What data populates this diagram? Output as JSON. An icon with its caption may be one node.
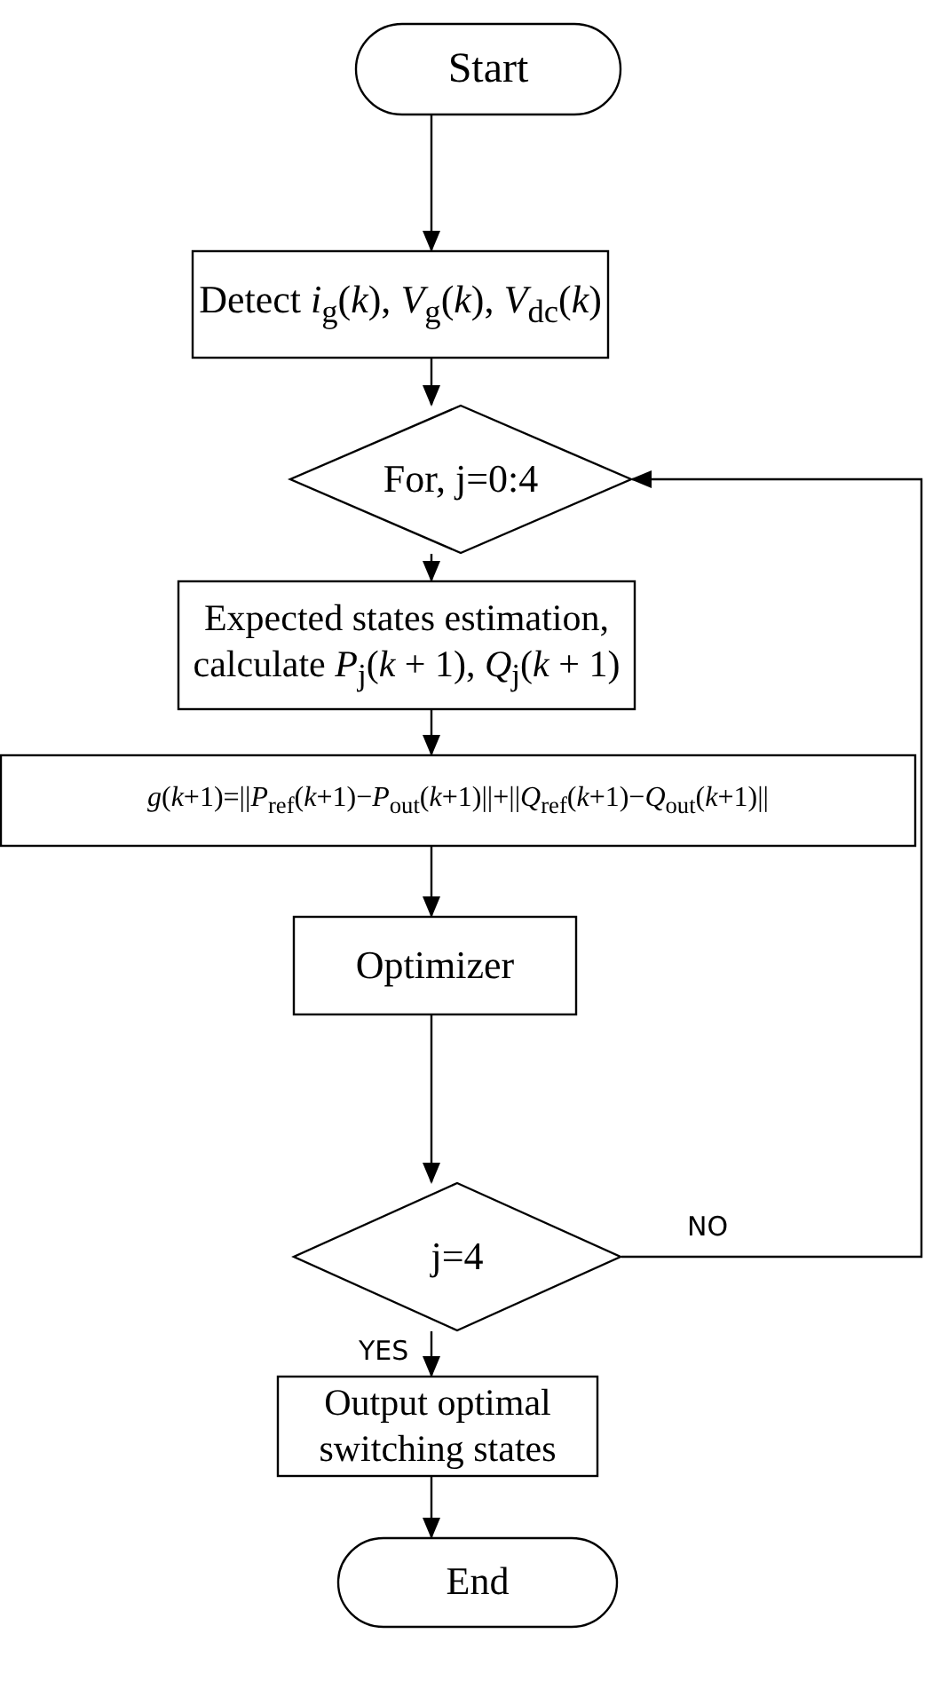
{
  "diagram": {
    "nodes": [
      {
        "text": [
          "Start"
        ]
      },
      {
        "text": [
          "Detect  *i*$_{g}$(*k*), *V*$_{g}$(*k*), *V*$_{dc}$(*k*)"
        ]
      },
      {
        "text": [
          "For, j=0:4"
        ]
      },
      {
        "text": [
          "Expected states estimation, calculate  *P*$_{j}$(*k* + 1), *Q*$_{j}$(*k* + 1)"
        ]
      },
      {
        "text": [
          "*g*(*k*+1)=||*P*$_{ref}$(*k*+1)−*P*$_{out}$(*k*+1)||+||*Q*$_{ref}$(*k*+1)−*Q*$_{out}$(*k*+1)||"
        ]
      },
      {
        "text": [
          "Optimizer"
        ]
      },
      {
        "text": [
          "j=4"
        ]
      },
      {
        "text": [
          "Output optimal switching states"
        ]
      },
      {
        "text": [
          "End"
        ]
      }
    ],
    "edges": [
      {
        "from": 0,
        "to": 1,
        "arrow": "to"
      },
      {
        "from": 1,
        "to": 2,
        "arrow": "to"
      },
      {
        "from": 2,
        "to": 3,
        "arrow": "to"
      },
      {
        "from": 3,
        "to": 4,
        "arrow": "to"
      },
      {
        "from": 4,
        "to": 5,
        "arrow": "to"
      },
      {
        "from": 5,
        "to": 6,
        "arrow": "to"
      },
      {
        "from": 6,
        "to": 7,
        "arrow": "to",
        "label": "YES"
      },
      {
        "from": 7,
        "to": 8,
        "arrow": "to"
      },
      {
        "from": 6,
        "to": 2,
        "arrow": "to",
        "label": "NO"
      }
    ]
  }
}
